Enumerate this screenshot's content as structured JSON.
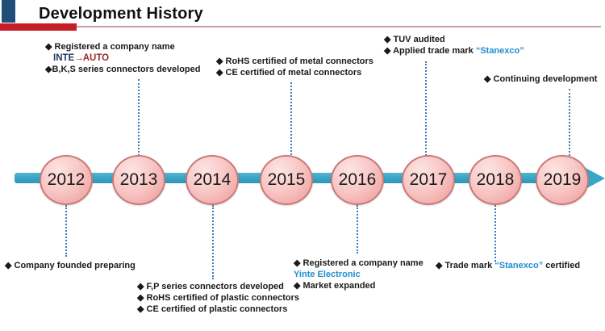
{
  "header": {
    "title": "Development History"
  },
  "timeline": {
    "years": [
      "2012",
      "2013",
      "2014",
      "2015",
      "2016",
      "2017",
      "2018",
      "2019"
    ],
    "bar_color": "#3AA6C6",
    "circle_fill": "#F5B8B6",
    "circle_border": "#C87A79",
    "connector_color": "#3C7BBE"
  },
  "colors": {
    "accent_blue_text": "#1E8FD0",
    "brand_navy": "#1F3864",
    "brand_red": "#C00000",
    "brand_dark_red": "#9E2B25",
    "header_red_bar": "#C61E28",
    "header_navy_block": "#1F4E79"
  },
  "annotations": {
    "a2013_top": {
      "l1": "◆ Registered a company name",
      "brand_inte": "INTE",
      "brand_arrow": "→",
      "brand_auto": "AUTO",
      "l3": "◆B,K,S series connectors developed"
    },
    "a2015_top": {
      "l1": "◆ RoHS certified of metal connectors",
      "l2": "◆ CE certified of metal connectors"
    },
    "a2017_top": {
      "l1": "◆ TUV audited",
      "l2_prefix": "◆ Applied trade mark ",
      "l2_mark": "“Stanexco”"
    },
    "a2019_top": {
      "l1": "◆ Continuing development"
    },
    "a2012_bottom": {
      "l1": "◆ Company founded preparing"
    },
    "a2014_bottom": {
      "l1": "◆ F,P series connectors developed",
      "l2": "◆ RoHS certified of plastic connectors",
      "l3": "◆ CE certified of plastic connectors"
    },
    "a2016_bottom": {
      "l1": "◆ Registered a company name",
      "l2": "Yinte Electronic",
      "l3": "◆ Market expanded"
    },
    "a2018_bottom": {
      "prefix": "◆ Trade mark ",
      "mark": "“Stanexco”",
      "suffix": " certified"
    }
  }
}
